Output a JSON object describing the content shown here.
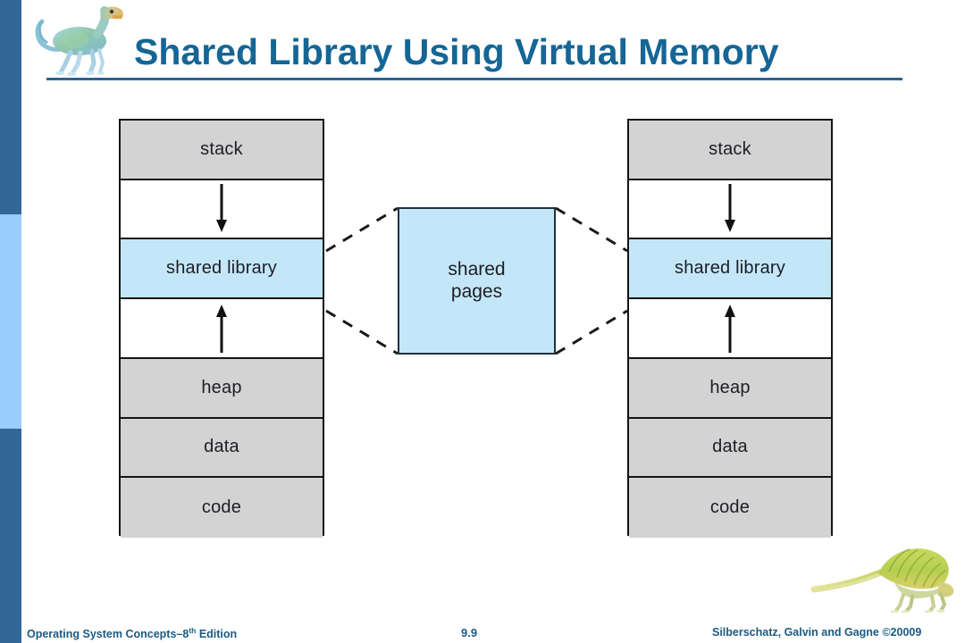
{
  "slide": {
    "title": "Shared Library Using Virtual Memory",
    "accent_dark": "#336699",
    "accent_light": "#99ccff",
    "title_color": "#156695",
    "rule_color": "#2e6490"
  },
  "header": {
    "logo_icon": "dinosaur-icon"
  },
  "diagram": {
    "left_process": {
      "name": "left-process-memory",
      "bands": [
        {
          "label": "stack",
          "fill": "gray",
          "arrow": "none"
        },
        {
          "label": "",
          "fill": "white",
          "arrow": "down"
        },
        {
          "label": "shared library",
          "fill": "blue",
          "arrow": "none"
        },
        {
          "label": "",
          "fill": "white",
          "arrow": "up"
        },
        {
          "label": "heap",
          "fill": "gray",
          "arrow": "none"
        },
        {
          "label": "data",
          "fill": "gray",
          "arrow": "none"
        },
        {
          "label": "code",
          "fill": "gray",
          "arrow": "none"
        }
      ]
    },
    "right_process": {
      "name": "right-process-memory",
      "bands": [
        {
          "label": "stack",
          "fill": "gray",
          "arrow": "none"
        },
        {
          "label": "",
          "fill": "white",
          "arrow": "down"
        },
        {
          "label": "shared library",
          "fill": "blue",
          "arrow": "none"
        },
        {
          "label": "",
          "fill": "white",
          "arrow": "up"
        },
        {
          "label": "heap",
          "fill": "gray",
          "arrow": "none"
        },
        {
          "label": "data",
          "fill": "gray",
          "arrow": "none"
        },
        {
          "label": "code",
          "fill": "gray",
          "arrow": "none"
        }
      ]
    },
    "shared_pages": {
      "label": "shared\npages",
      "fill": "#c3e7f8",
      "border": "#23323c"
    },
    "colors": {
      "gray_fill": "#d3d3d3",
      "blue_fill": "#c3e7f8",
      "white_fill": "#ffffff",
      "stroke": "#141414",
      "dashed_stroke": "#1a1a1a"
    }
  },
  "footer": {
    "book": "Operating System Concepts–8",
    "book_sup": "th",
    "book_tail": " Edition",
    "page_number": "9.9",
    "credit": "Silberschatz, Galvin and Gagne ©20009",
    "logo_icon": "dimetrodon-icon"
  }
}
